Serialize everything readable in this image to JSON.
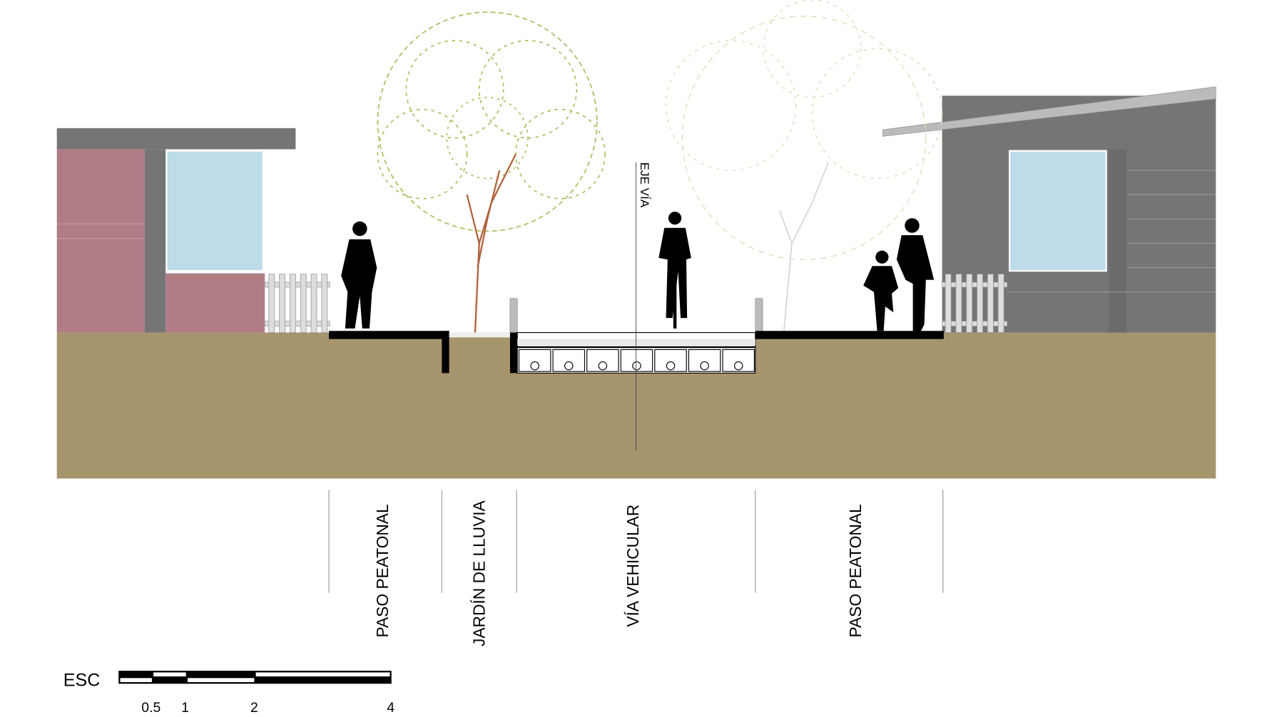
{
  "axis_label": "EJE VÍA",
  "zones": [
    {
      "label": "PASO PEATONAL"
    },
    {
      "label": "JARDÍN DE LLUVIA"
    },
    {
      "label": "VÍA VEHICULAR"
    },
    {
      "label": "PASO PEATONAL"
    }
  ],
  "scale": {
    "label": "ESC",
    "ticks": [
      "0.5",
      "1",
      "2",
      "4"
    ]
  },
  "colors": {
    "ground": "#a6946c",
    "house_left_wall": "#b07c86",
    "house_gray": "#757575",
    "window": "#bddbe8",
    "tree_green": "#a8c060",
    "tree_trunk": "#b0603a"
  }
}
